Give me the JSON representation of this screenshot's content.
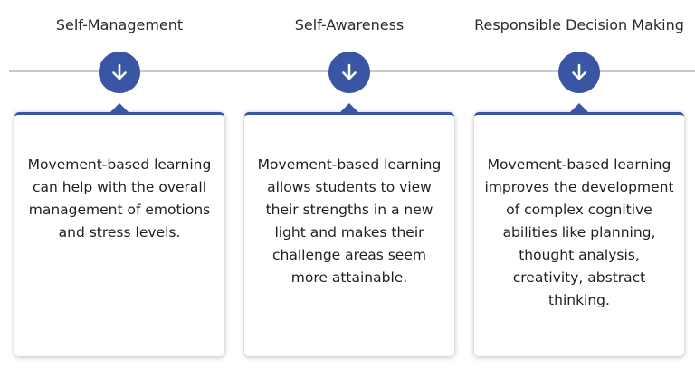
{
  "colors": {
    "accent": "#3b55a5",
    "timeline": "#c8c8c8",
    "text": "#1f1f1f"
  },
  "columns": [
    {
      "title": "Self-Management",
      "icon": "arrow-down-icon",
      "text": "Movement-based learning can help with the overall management of emotions and stress levels."
    },
    {
      "title": "Self-Awareness",
      "icon": "arrow-down-icon",
      "text": "Movement-based learning allows students to view their strengths in a new light and makes their challenge areas seem more attainable."
    },
    {
      "title": "Responsible Decision Making",
      "icon": "arrow-down-icon",
      "text": "Movement-based learning improves the development of complex cognitive abilities like planning, thought analysis, creativity, abstract thinking."
    }
  ]
}
